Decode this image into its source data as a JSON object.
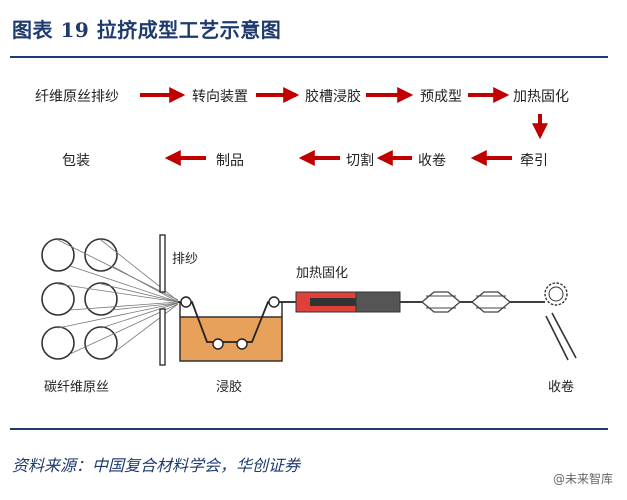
{
  "figure": {
    "title": "图表 19   拉挤成型工艺示意图",
    "source": "资料来源：中国复合材料学会，华创证券",
    "watermark": "@未来智库"
  },
  "flow": {
    "steps": [
      "纤维原丝排纱",
      "转向装置",
      "胶槽浸胶",
      "预成型",
      "加热固化",
      "牵引",
      "收卷",
      "切割",
      "制品",
      "包装"
    ]
  },
  "schematic": {
    "labels": {
      "creel": "排纱",
      "heating": "加热固化",
      "fiber": "碳纤维原丝",
      "impregnation": "浸胶",
      "winding": "收卷"
    }
  },
  "colors": {
    "title_blue": "#1f3a6e",
    "arrow_red": "#c00000",
    "resin_orange": "#e8a15a",
    "heater_red": "#e0403a",
    "die_gray": "#555555"
  }
}
